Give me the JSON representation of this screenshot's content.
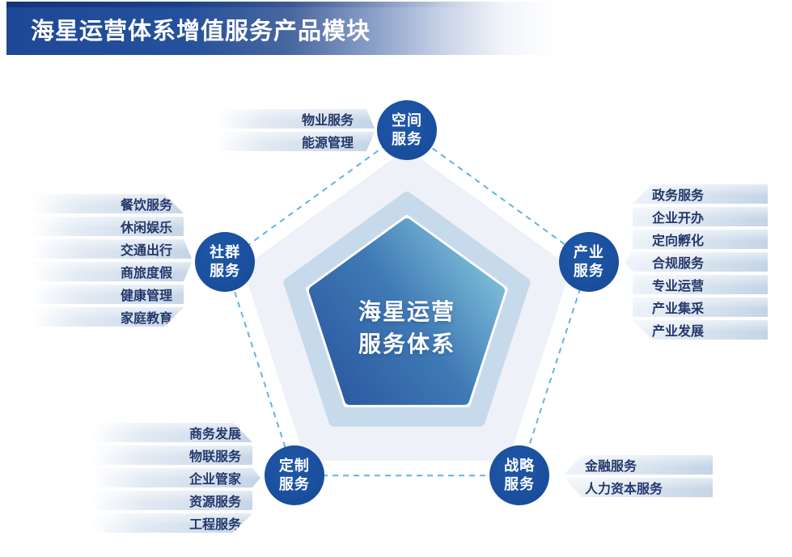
{
  "title": "海星运营体系增值服务产品模块",
  "center_label": "海星运营\n服务体系",
  "groups": {
    "space": {
      "label": "空间\n服务",
      "items": [
        "物业服务",
        "能源管理"
      ]
    },
    "community": {
      "label": "社群\n服务",
      "items": [
        "餐饮服务",
        "休闲娱乐",
        "交通出行",
        "商旅度假",
        "健康管理",
        "家庭教育"
      ]
    },
    "industry": {
      "label": "产业\n服务",
      "items": [
        "政务服务",
        "企业开办",
        "定向孵化",
        "合规服务",
        "专业运营",
        "产业集采",
        "产业发展"
      ]
    },
    "custom": {
      "label": "定制\n服务",
      "items": [
        "商务发展",
        "物联服务",
        "企业管家",
        "资源服务",
        "工程服务"
      ]
    },
    "strategy": {
      "label": "战略\n服务",
      "items": [
        "金融服务",
        "人力资本服务"
      ]
    }
  },
  "colors": {
    "banner_blue": "#1e4896",
    "node_blue": "#1a509f",
    "dash_blue": "#5fb3e5",
    "row_text": "#24386b",
    "pentagon_grad_start": "#2b58a1",
    "pentagon_grad_end": "#87c8de"
  }
}
